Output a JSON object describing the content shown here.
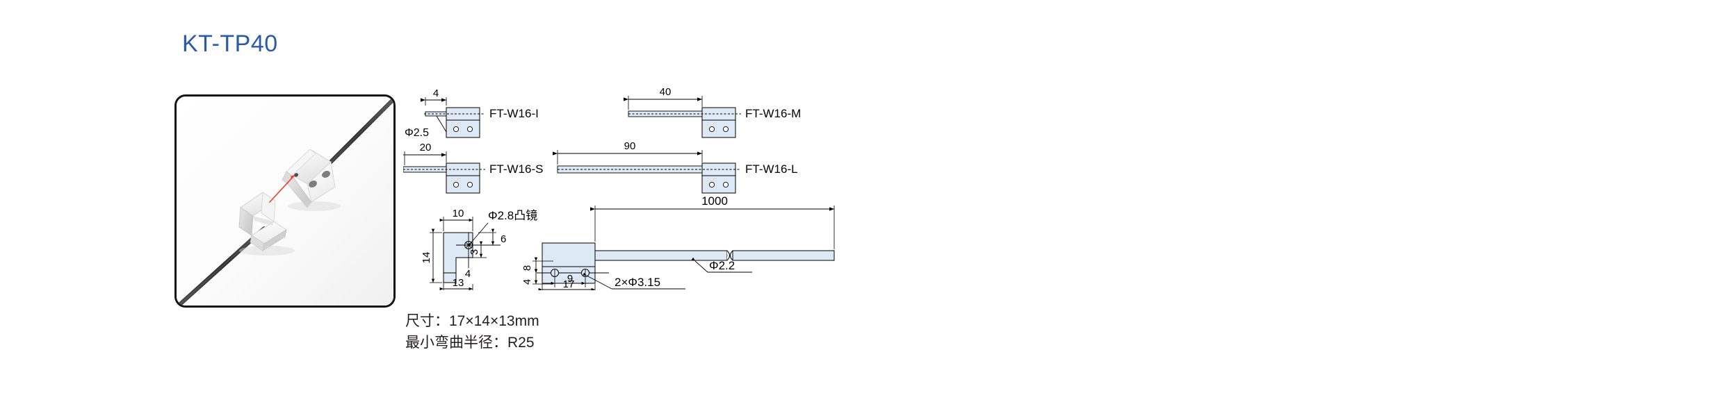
{
  "product": {
    "title": "KT-TP40",
    "title_color": "#2b5ba8"
  },
  "photo": {
    "caption": "",
    "beam_color": "#e8402a",
    "cable_color": "#3c3c3c",
    "body_color": "#f2f2f2"
  },
  "drawings": {
    "fill_color": "#dde9f4",
    "line_color": "#000000",
    "variants": [
      {
        "id": "ft-w16-i",
        "label": "FT-W16-I",
        "length_dim": "4",
        "row": 1,
        "col": 1
      },
      {
        "id": "ft-w16-m",
        "label": "FT-W16-M",
        "length_dim": "40",
        "row": 1,
        "col": 2
      },
      {
        "id": "ft-w16-s",
        "label": "FT-W16-S",
        "length_dim": "20",
        "row": 2,
        "col": 1
      },
      {
        "id": "ft-w16-l",
        "label": "FT-W16-L",
        "length_dim": "90",
        "row": 2,
        "col": 2
      }
    ],
    "callouts": {
      "fiber_diameter": "Φ2.5",
      "lens": "Φ2.8凸镜",
      "cable_diameter": "Φ2.2",
      "mounting_holes": "2×Φ3.15"
    },
    "side_view_dims": {
      "width_top": "10",
      "height_total": "14",
      "foot_width": "4",
      "base_width": "13",
      "lens_offset_top": "6",
      "lens_offset_bottom": "3"
    },
    "front_view_dims": {
      "hole_pitch": "9",
      "body_width": "17",
      "hole_from_top": "8",
      "hole_from_bottom": "4",
      "cable_length": "1000"
    }
  },
  "specs": {
    "dimensions": "尺寸：17×14×13mm",
    "bend_radius": "最小弯曲半径：R25"
  }
}
